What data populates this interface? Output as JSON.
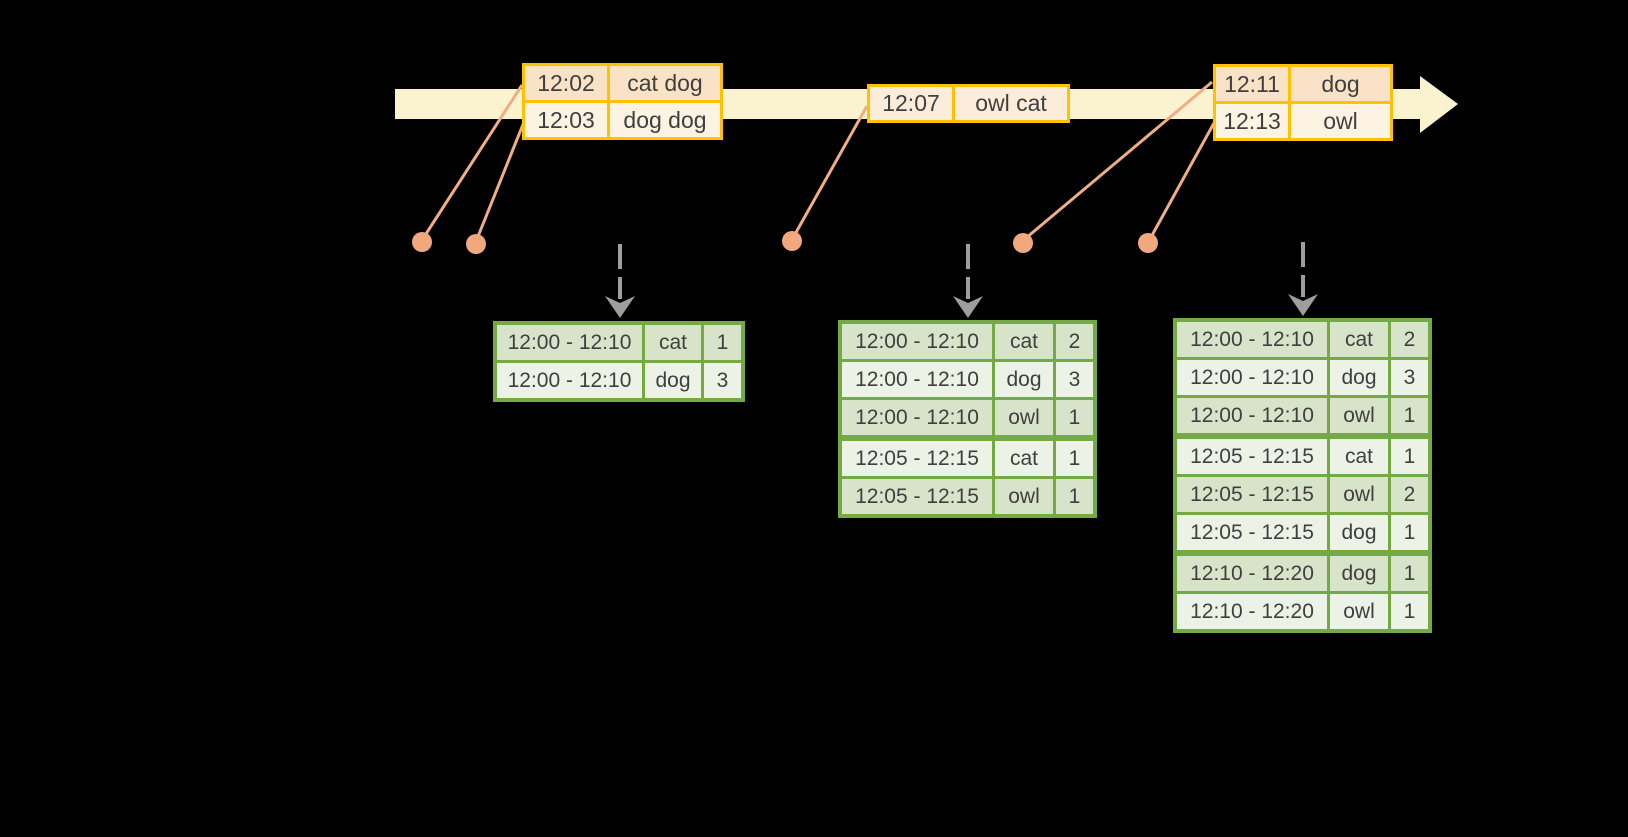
{
  "colors": {
    "background": "#000000",
    "timeline_fill": "#FBF2CF",
    "event_border": "#FFC103",
    "event_row_dark": "#FAE2C6",
    "event_row_light": "#FDF3E3",
    "event_row_mid": "#FBEDDA",
    "result_border": "#74AA44",
    "result_row_dark": "#D8E4CA",
    "result_row_light": "#EDF2E7",
    "connector": "#EFAE85",
    "dot": "#F0A87C",
    "trigger_arrow": "#9E9E9E",
    "text": "#3F3F3F"
  },
  "event_tables": [
    {
      "rows": [
        {
          "time": "12:02",
          "words": "cat dog"
        },
        {
          "time": "12:03",
          "words": "dog dog"
        }
      ]
    },
    {
      "rows": [
        {
          "time": "12:07",
          "words": "owl cat"
        }
      ]
    },
    {
      "rows": [
        {
          "time": "12:11",
          "words": "dog"
        },
        {
          "time": "12:13",
          "words": "owl"
        }
      ]
    }
  ],
  "result_tables": [
    {
      "rows": [
        {
          "window": "12:00 - 12:10",
          "word": "cat",
          "count": "1"
        },
        {
          "window": "12:00 - 12:10",
          "word": "dog",
          "count": "3"
        }
      ]
    },
    {
      "rows": [
        {
          "window": "12:00 - 12:10",
          "word": "cat",
          "count": "2"
        },
        {
          "window": "12:00 - 12:10",
          "word": "dog",
          "count": "3"
        },
        {
          "window": "12:00 - 12:10",
          "word": "owl",
          "count": "1"
        },
        {
          "window": "12:05 - 12:15",
          "word": "cat",
          "count": "1"
        },
        {
          "window": "12:05 - 12:15",
          "word": "owl",
          "count": "1"
        }
      ]
    },
    {
      "rows": [
        {
          "window": "12:00 - 12:10",
          "word": "cat",
          "count": "2"
        },
        {
          "window": "12:00 - 12:10",
          "word": "dog",
          "count": "3"
        },
        {
          "window": "12:00 - 12:10",
          "word": "owl",
          "count": "1"
        },
        {
          "window": "12:05 - 12:15",
          "word": "cat",
          "count": "1"
        },
        {
          "window": "12:05 - 12:15",
          "word": "owl",
          "count": "2"
        },
        {
          "window": "12:05 - 12:15",
          "word": "dog",
          "count": "1"
        },
        {
          "window": "12:10 - 12:20",
          "word": "dog",
          "count": "1"
        },
        {
          "window": "12:10 - 12:20",
          "word": "owl",
          "count": "1"
        }
      ]
    }
  ]
}
